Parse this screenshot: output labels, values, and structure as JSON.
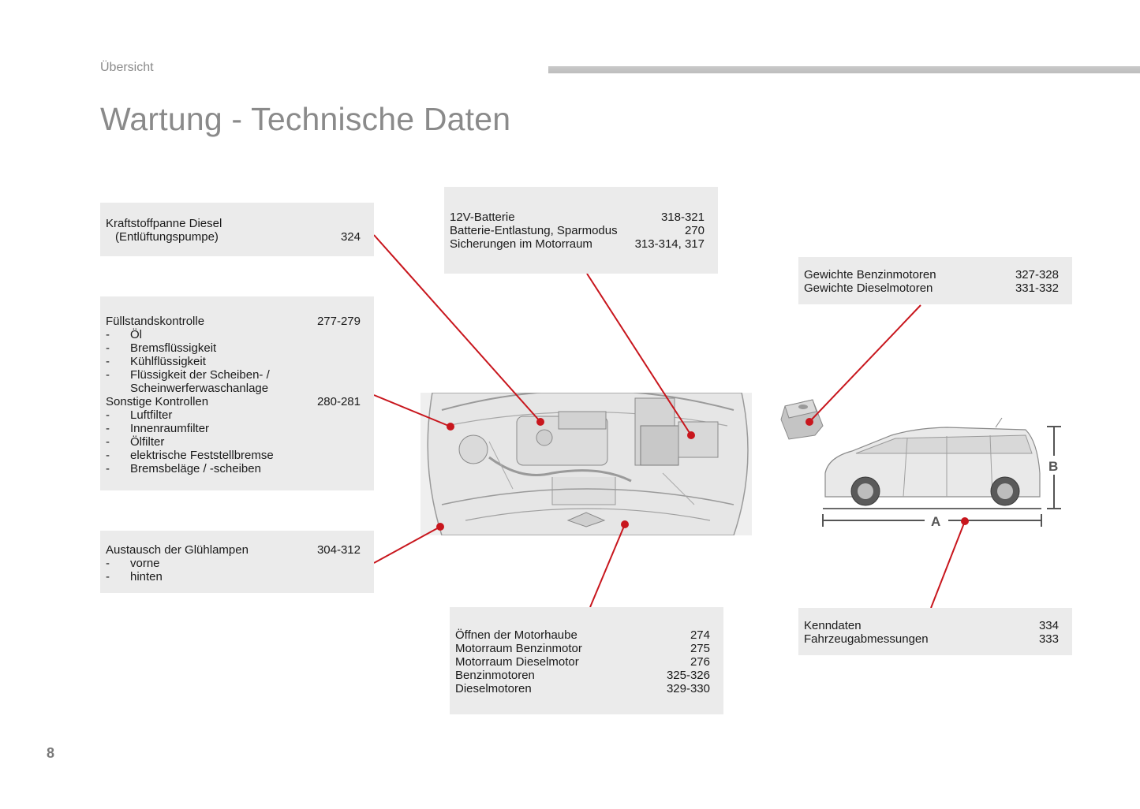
{
  "header": {
    "section": "Übersicht",
    "title": "Wartung - Technische Daten"
  },
  "boxes": {
    "fuel": {
      "line1": "Kraftstoffpanne Diesel",
      "line2": "(Entlüftungspumpe)",
      "ref": "324"
    },
    "levels": {
      "heading": "Füllstandskontrolle",
      "heading_ref": "277-279",
      "items": [
        "Öl",
        "Bremsflüssigkeit",
        "Kühlflüssigkeit",
        "Flüssigkeit der Scheiben- /",
        "Scheinwerferwaschanlage"
      ],
      "heading2": "Sonstige Kontrollen",
      "heading2_ref": "280-281",
      "items2": [
        "Luftfilter",
        "Innenraumfilter",
        "Ölfilter",
        "elektrische Feststellbremse",
        "Bremsbeläge / -scheiben"
      ]
    },
    "lamps": {
      "heading": "Austausch der Glühlampen",
      "ref": "304-312",
      "items": [
        "vorne",
        "hinten"
      ]
    },
    "battery": {
      "rows": [
        {
          "label": "12V-Batterie",
          "ref": "318-321"
        },
        {
          "label": "Batterie-Entlastung, Sparmodus",
          "ref": "270"
        },
        {
          "label": "Sicherungen im Motorraum",
          "ref": "313-314, 317"
        }
      ]
    },
    "weights": {
      "rows": [
        {
          "label": "Gewichte Benzinmotoren",
          "ref": "327-328"
        },
        {
          "label": "Gewichte Dieselmotoren",
          "ref": "331-332"
        }
      ]
    },
    "engine": {
      "rows": [
        {
          "label": "Öffnen der Motorhaube",
          "ref": "274"
        },
        {
          "label": "Motorraum Benzinmotor",
          "ref": "275"
        },
        {
          "label": "Motorraum Dieselmotor",
          "ref": "276"
        },
        {
          "label": "Benzinmotoren",
          "ref": "325-326"
        },
        {
          "label": "Dieselmotoren",
          "ref": "329-330"
        }
      ]
    },
    "dims": {
      "rows": [
        {
          "label": "Kenndaten",
          "ref": "334"
        },
        {
          "label": "Fahrzeugabmessungen",
          "ref": "333"
        }
      ]
    }
  },
  "figure": {
    "dim_a": "A",
    "dim_b": "B"
  },
  "colors": {
    "callout": "#c8161d",
    "box_bg": "#ebebeb",
    "title_gray": "#8a8a8a"
  },
  "page_number": "8"
}
